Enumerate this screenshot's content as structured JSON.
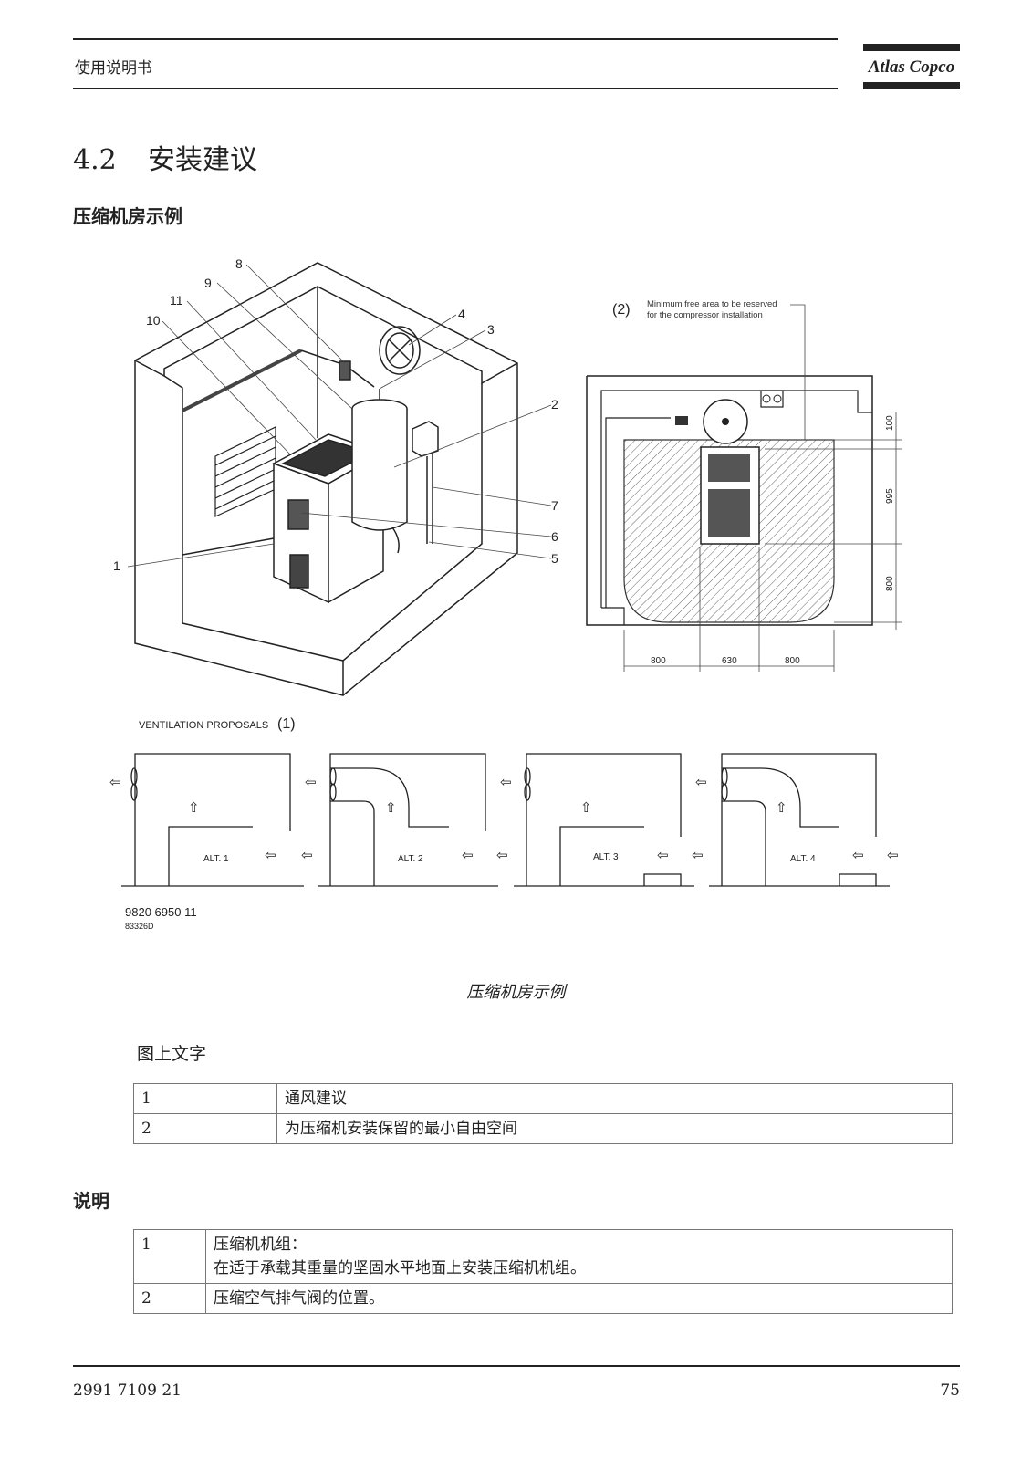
{
  "header": {
    "manual_title": "使用说明书",
    "brand": "Atlas Copco"
  },
  "section": {
    "number": "4.2",
    "title": "安装建议"
  },
  "subheading": "压缩机房示例",
  "figure": {
    "callouts": [
      "1",
      "2",
      "3",
      "4",
      "5",
      "6",
      "7",
      "8",
      "9",
      "10",
      "11"
    ],
    "plan_label": "(2)",
    "plan_note_line1": "Minimum free area to be reserved",
    "plan_note_line2": "for the compressor installation",
    "dim_100": "100",
    "dim_995": "995",
    "dim_800_v": "800",
    "dim_800_left": "800",
    "dim_630": "630",
    "dim_800_right": "800",
    "ventilation_title": "VENTILATION PROPOSALS",
    "ventilation_label": "(1)",
    "alternatives": [
      "ALT. 1",
      "ALT. 2",
      "ALT. 3",
      "ALT. 4"
    ],
    "drawing_number": "9820 6950 11",
    "drawing_code": "83326D"
  },
  "caption": "压缩机房示例",
  "legend": {
    "title": "图上文字",
    "rows": [
      {
        "key": "1",
        "text": "通风建议"
      },
      {
        "key": "2",
        "text": "为压缩机安装保留的最小自由空间"
      }
    ]
  },
  "description": {
    "title": "说明",
    "rows": [
      {
        "key": "1",
        "line1": "压缩机机组：",
        "line2": "在适于承载其重量的坚固水平地面上安装压缩机机组。"
      },
      {
        "key": "2",
        "line1": "压缩空气排气阀的位置。",
        "line2": ""
      }
    ]
  },
  "footer": {
    "doc_number": "2991 7109 21",
    "page": "75"
  }
}
